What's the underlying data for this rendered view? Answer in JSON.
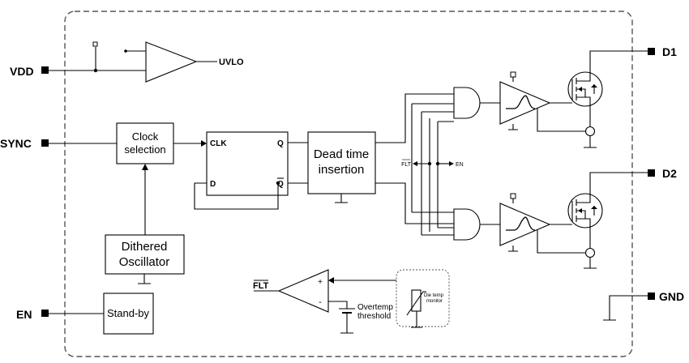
{
  "pins": {
    "vdd": "VDD",
    "sync": "SYNC",
    "en": "EN",
    "d1": "D1",
    "d2": "D2",
    "gnd": "GND"
  },
  "signals": {
    "uvlo": "UVLO",
    "flt_bus": "FLT",
    "en_bus": "EN",
    "flt_out": "FLT"
  },
  "blocks": {
    "clock_selection": [
      "Clock",
      "selection"
    ],
    "flipflop": {
      "clk": "CLK",
      "q": "Q",
      "d": "D",
      "qbar": "Q"
    },
    "dead_time": [
      "Dead time",
      "insertion"
    ],
    "oscillator": [
      "Dithered",
      "Oscillator"
    ],
    "standby": "Stand-by",
    "overtemp": [
      "Overtemp",
      "threshold"
    ],
    "die_temp": [
      "Die temp",
      "monitor"
    ],
    "comparator_plus": "+",
    "comparator_minus": "-"
  }
}
